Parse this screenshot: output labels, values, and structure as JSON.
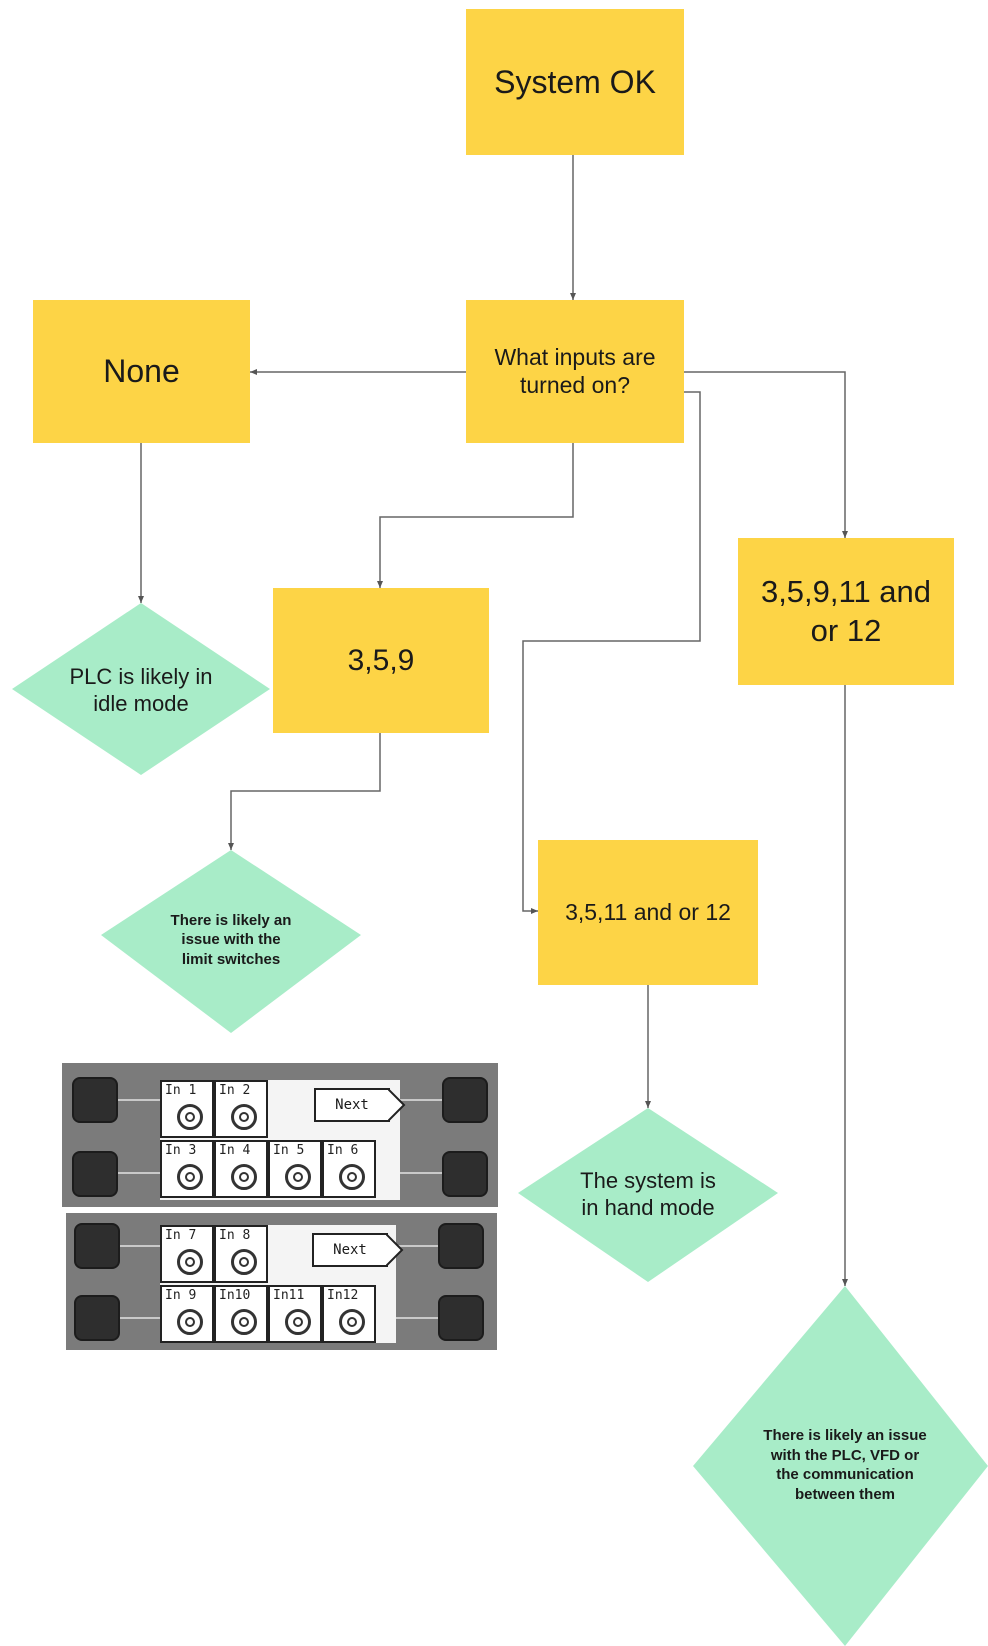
{
  "nodes": {
    "system_ok": "System OK",
    "question": "What inputs are turned on?",
    "none": "None",
    "idle": "PLC is likely in idle mode",
    "in_3_5_9": "3,5,9",
    "in_3_5_9_11_12": "3,5,9,11 and or 12",
    "limit": "There is likely an issue with the limit switches",
    "in_3_5_11_12": "3,5,11 and or 12",
    "hand": "The system is in hand mode",
    "comm": "There is likely an issue with the PLC, VFD or the communication between them"
  },
  "panel_top": {
    "row1": [
      "In 1",
      "In 2"
    ],
    "row2": [
      "In 3",
      "In 4",
      "In 5",
      "In 6"
    ],
    "next_label": "Next"
  },
  "panel_bottom": {
    "row1": [
      "In 7",
      "In 8"
    ],
    "row2": [
      "In 9",
      "In10",
      "In11",
      "In12"
    ],
    "next_label": "Next"
  },
  "colors": {
    "process_box": "#fdd446",
    "outcome_diamond": "#a8ecc8",
    "connector": "#666666"
  }
}
